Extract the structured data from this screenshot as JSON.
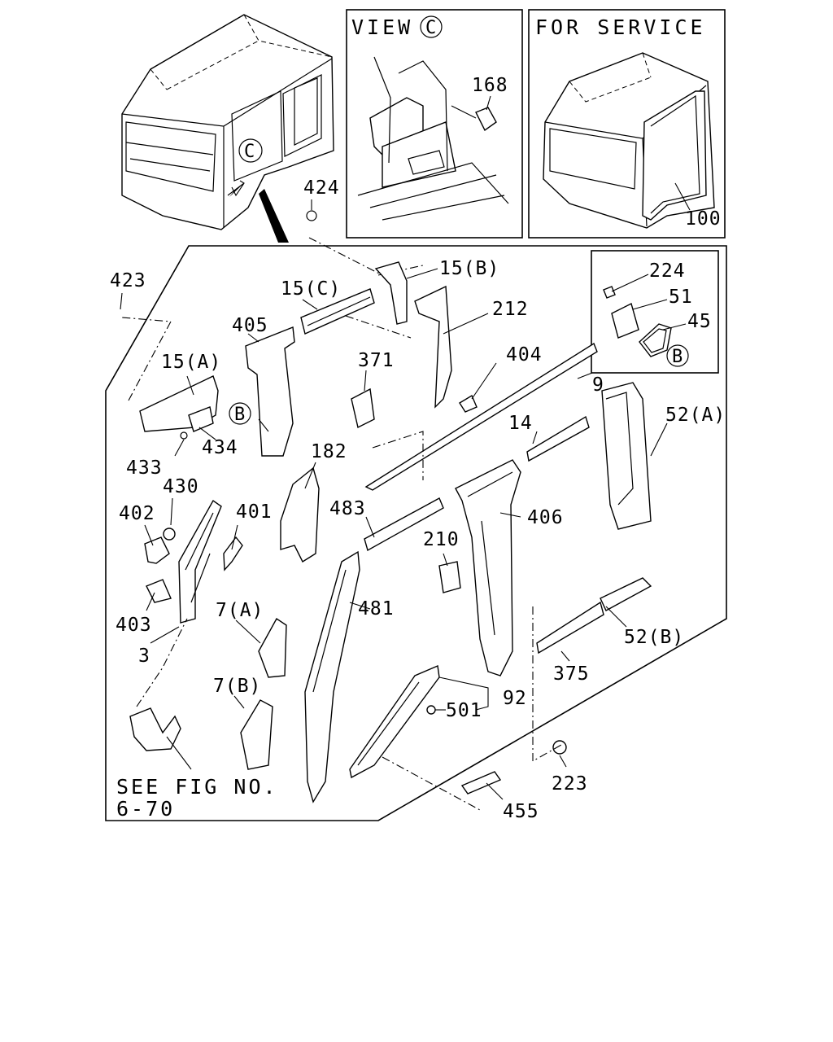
{
  "insets": {
    "view_c": {
      "title": "VIEW",
      "marker": "C",
      "bolt": "168"
    },
    "for_service": {
      "title": "FOR SERVICE",
      "part": "100"
    },
    "detail_b": {
      "labels": [
        "224",
        "51",
        "45"
      ],
      "marker": "B"
    }
  },
  "overview": {
    "marker": "C"
  },
  "callouts": {
    "p424": "424",
    "p423": "423",
    "p15b": "15(B)",
    "p15c": "15(C)",
    "p212": "212",
    "p405": "405",
    "p15a": "15(A)",
    "p371": "371",
    "p404": "404",
    "p9": "9",
    "p52a": "52(A)",
    "p14": "14",
    "p434": "434",
    "p433": "433",
    "p182": "182",
    "p430": "430",
    "p402": "402",
    "p401": "401",
    "p483": "483",
    "p406": "406",
    "p210": "210",
    "p403": "403",
    "p481": "481",
    "p7a": "7(A)",
    "p3": "3",
    "p52b": "52(B)",
    "p375": "375",
    "p7b": "7(B)",
    "p92": "92",
    "p501": "501",
    "p223": "223",
    "p455": "455"
  },
  "markers": {
    "b_pillar": "B"
  },
  "reference": {
    "line1": "SEE FIG NO.",
    "line2": "6-70"
  }
}
